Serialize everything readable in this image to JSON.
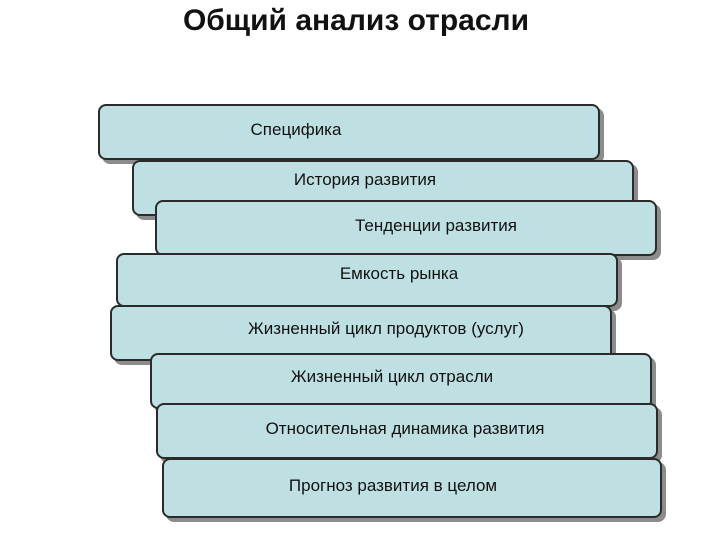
{
  "title": "Общий анализ отрасли",
  "colors": {
    "box_fill": "#bfe0e3",
    "box_border": "#2b2b2b",
    "shadow": "#8c8c8c"
  },
  "steps": [
    "Специфика",
    "История развития",
    "Тенденции развития",
    "Емкость рынка",
    "Жизненный цикл продуктов (услуг)",
    "Жизненный цикл отрасли",
    "Относительная динамика развития",
    "Прогноз развития в целом"
  ]
}
